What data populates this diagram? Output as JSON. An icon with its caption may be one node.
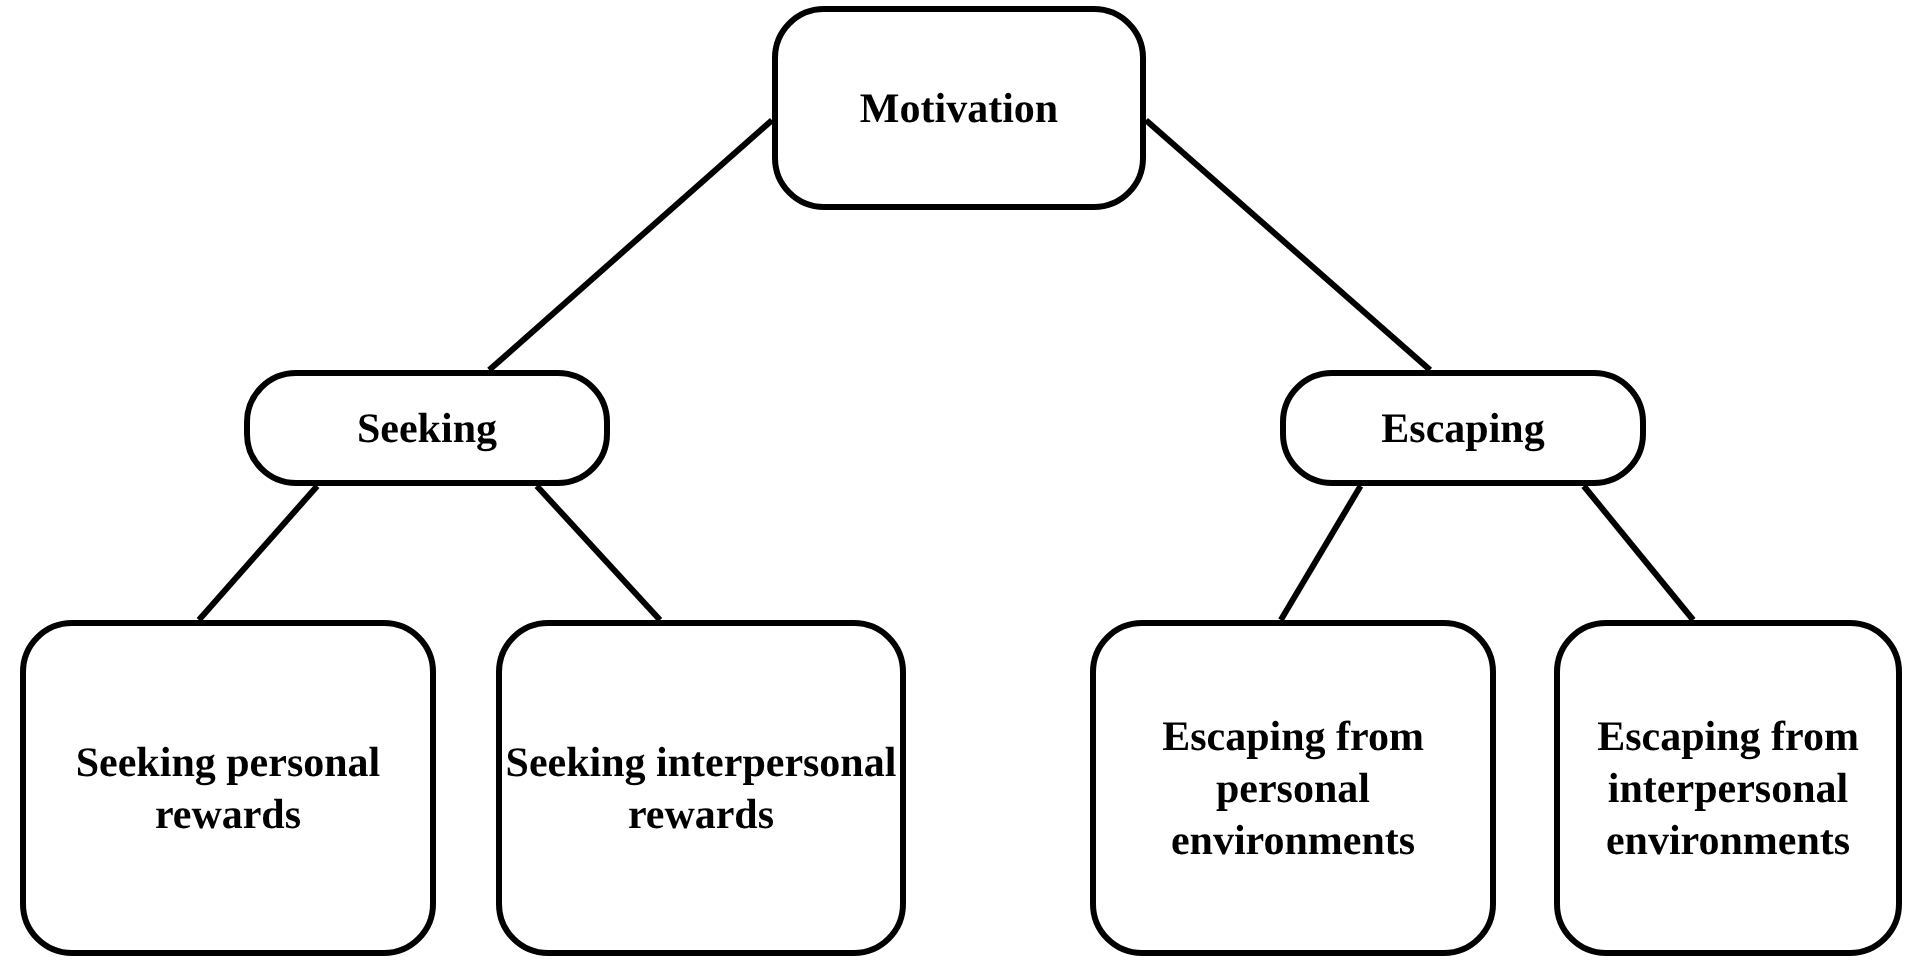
{
  "diagram": {
    "nodes": [
      {
        "text": [
          "Motivation"
        ]
      },
      {
        "text": [
          "Seeking"
        ]
      },
      {
        "text": [
          "Escaping"
        ]
      },
      {
        "text": [
          "Seeking personal rewards"
        ]
      },
      {
        "text": [
          "Seeking interpersonal rewards"
        ]
      },
      {
        "text": [
          "Escaping from personal environments"
        ]
      },
      {
        "text": [
          "Escaping from interpersonal environments"
        ]
      }
    ],
    "edges": [
      {
        "from": 0,
        "to": 1,
        "arrow": "none"
      },
      {
        "from": 0,
        "to": 2,
        "arrow": "none"
      },
      {
        "from": 1,
        "to": 3,
        "arrow": "none"
      },
      {
        "from": 1,
        "to": 4,
        "arrow": "none"
      },
      {
        "from": 2,
        "to": 5,
        "arrow": "none"
      },
      {
        "from": 2,
        "to": 6,
        "arrow": "none"
      }
    ]
  }
}
